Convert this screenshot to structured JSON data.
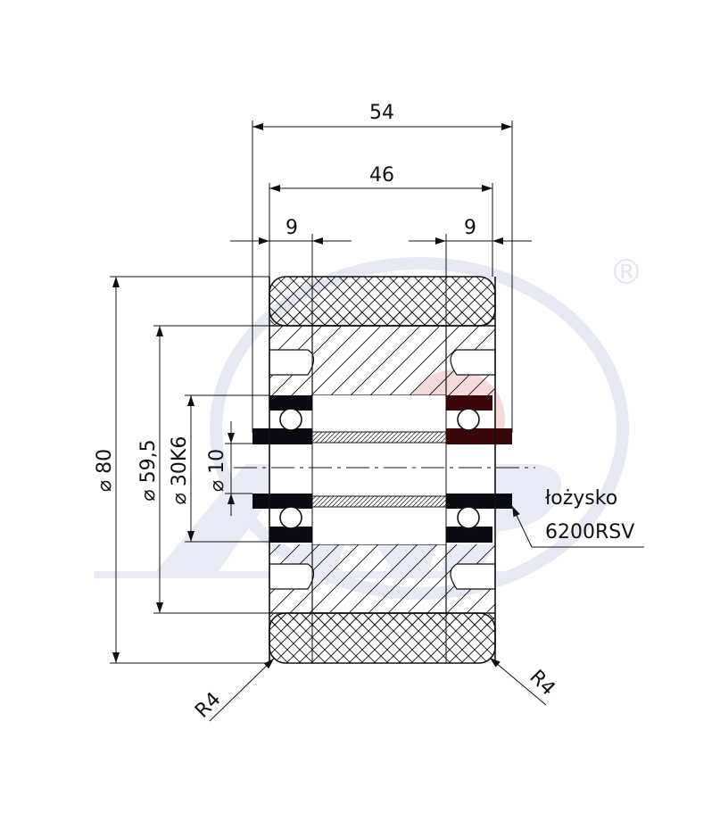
{
  "drawing": {
    "dimensions": {
      "overall_width": "54",
      "inner_width": "46",
      "left_bearing_width": "9",
      "right_bearing_width": "9",
      "diameter_outer": "⌀ 80",
      "diameter_hub": "⌀ 59,5",
      "diameter_bearing": "⌀ 30K6",
      "diameter_bore": "⌀ 10",
      "radius_left": "R4",
      "radius_right": "R4"
    },
    "annotation": {
      "line1": "łożysko",
      "line2": "6200RSV"
    },
    "watermark": {
      "registered_mark": "®"
    },
    "colors": {
      "line": "#111111",
      "bearing_black": "#0a0a12",
      "bearing_dark_red": "#3a0808",
      "watermark_blue": "#e6e9f4",
      "watermark_red": "#f6dada"
    }
  }
}
